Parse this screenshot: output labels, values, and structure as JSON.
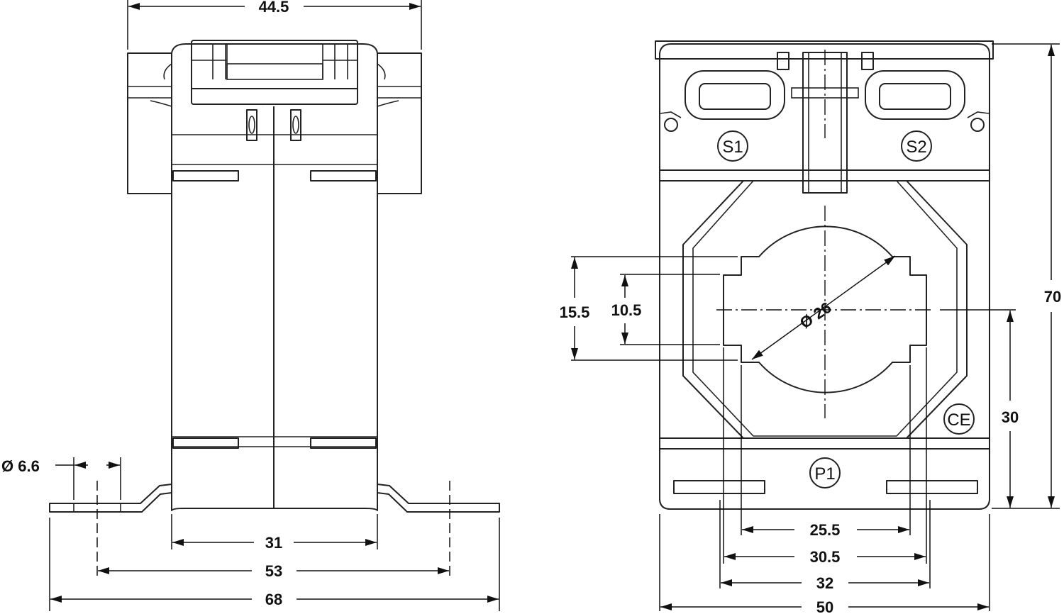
{
  "side_view": {
    "dim_width": "44.5",
    "dim_hole": "Ø 6.6",
    "dim_body": "31",
    "dim_holes_pitch": "53",
    "dim_overall": "68"
  },
  "front_view": {
    "terminal_s1": "S1",
    "terminal_s2": "S2",
    "terminal_p1": "P1",
    "ce_mark": "CE",
    "dim_window_outer": "15.5",
    "dim_window_inner": "10.5",
    "dim_diameter": "Ø 26",
    "dim_height": "70",
    "dim_center_height": "30",
    "dim_25_5": "25.5",
    "dim_30_5": "30.5",
    "dim_32": "32",
    "dim_width": "50"
  }
}
